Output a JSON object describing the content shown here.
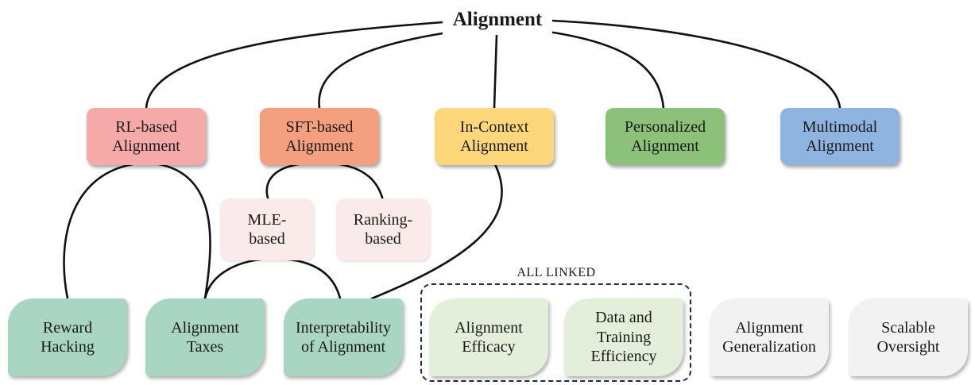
{
  "root": "Alignment",
  "categories": [
    {
      "label": "RL-based\nAlignment",
      "color": "#f5a9a9"
    },
    {
      "label": "SFT-based\nAlignment",
      "color": "#f4a07e"
    },
    {
      "label": "In-Context\nAlignment",
      "color": "#fdd77a"
    },
    {
      "label": "Personalized\nAlignment",
      "color": "#8cc17a"
    },
    {
      "label": "Multimodal\nAlignment",
      "color": "#8fb4e0"
    }
  ],
  "subcategories": [
    "MLE-\nbased",
    "Ranking-\nbased"
  ],
  "challenges": [
    "Reward\nHacking",
    "Alignment\nTaxes",
    "Interpretability\nof Alignment",
    "Alignment\nEfficacy",
    "Data and\nTraining\nEfficiency",
    "Alignment\nGeneralization",
    "Scalable\nOversight"
  ],
  "linked_group_label": "ALL LINKED"
}
